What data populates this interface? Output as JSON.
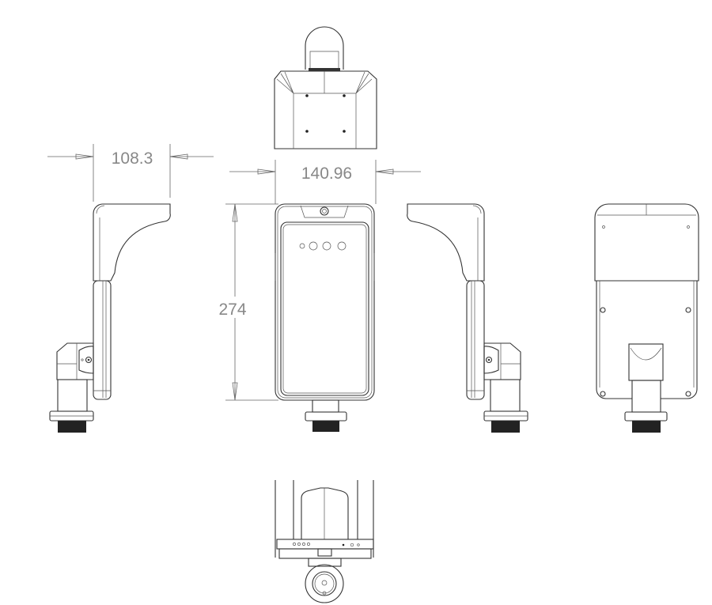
{
  "drawing": {
    "dimensions": {
      "side_depth": "108.3",
      "front_width": "140.96",
      "front_height": "274"
    },
    "views": [
      "top-view",
      "left-side-view",
      "front-view",
      "right-side-view",
      "back-view",
      "bottom-view"
    ],
    "colors": {
      "line": "#333333",
      "dimension": "#888888",
      "background": "#ffffff"
    }
  }
}
